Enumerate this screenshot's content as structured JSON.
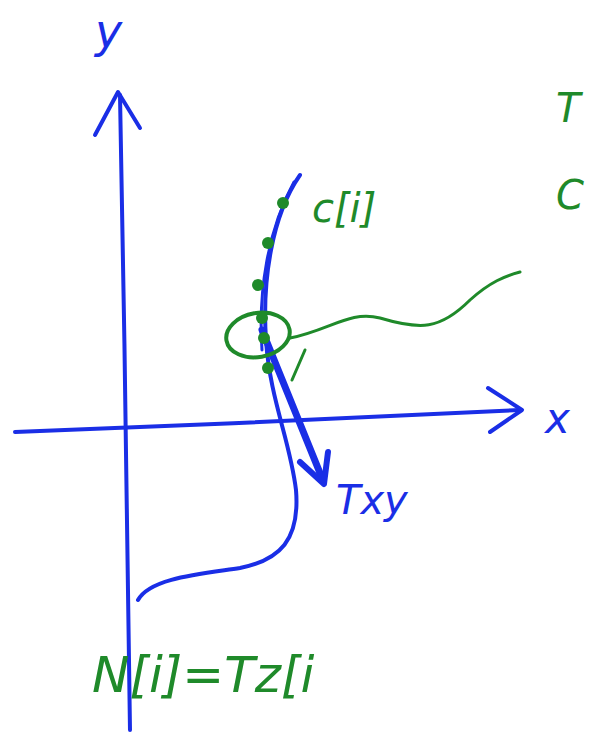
{
  "diagram": {
    "labels": [
      "y",
      "x",
      "c[i]",
      "Txy",
      "N[i]=Tz[i",
      "T",
      "C"
    ]
  }
}
